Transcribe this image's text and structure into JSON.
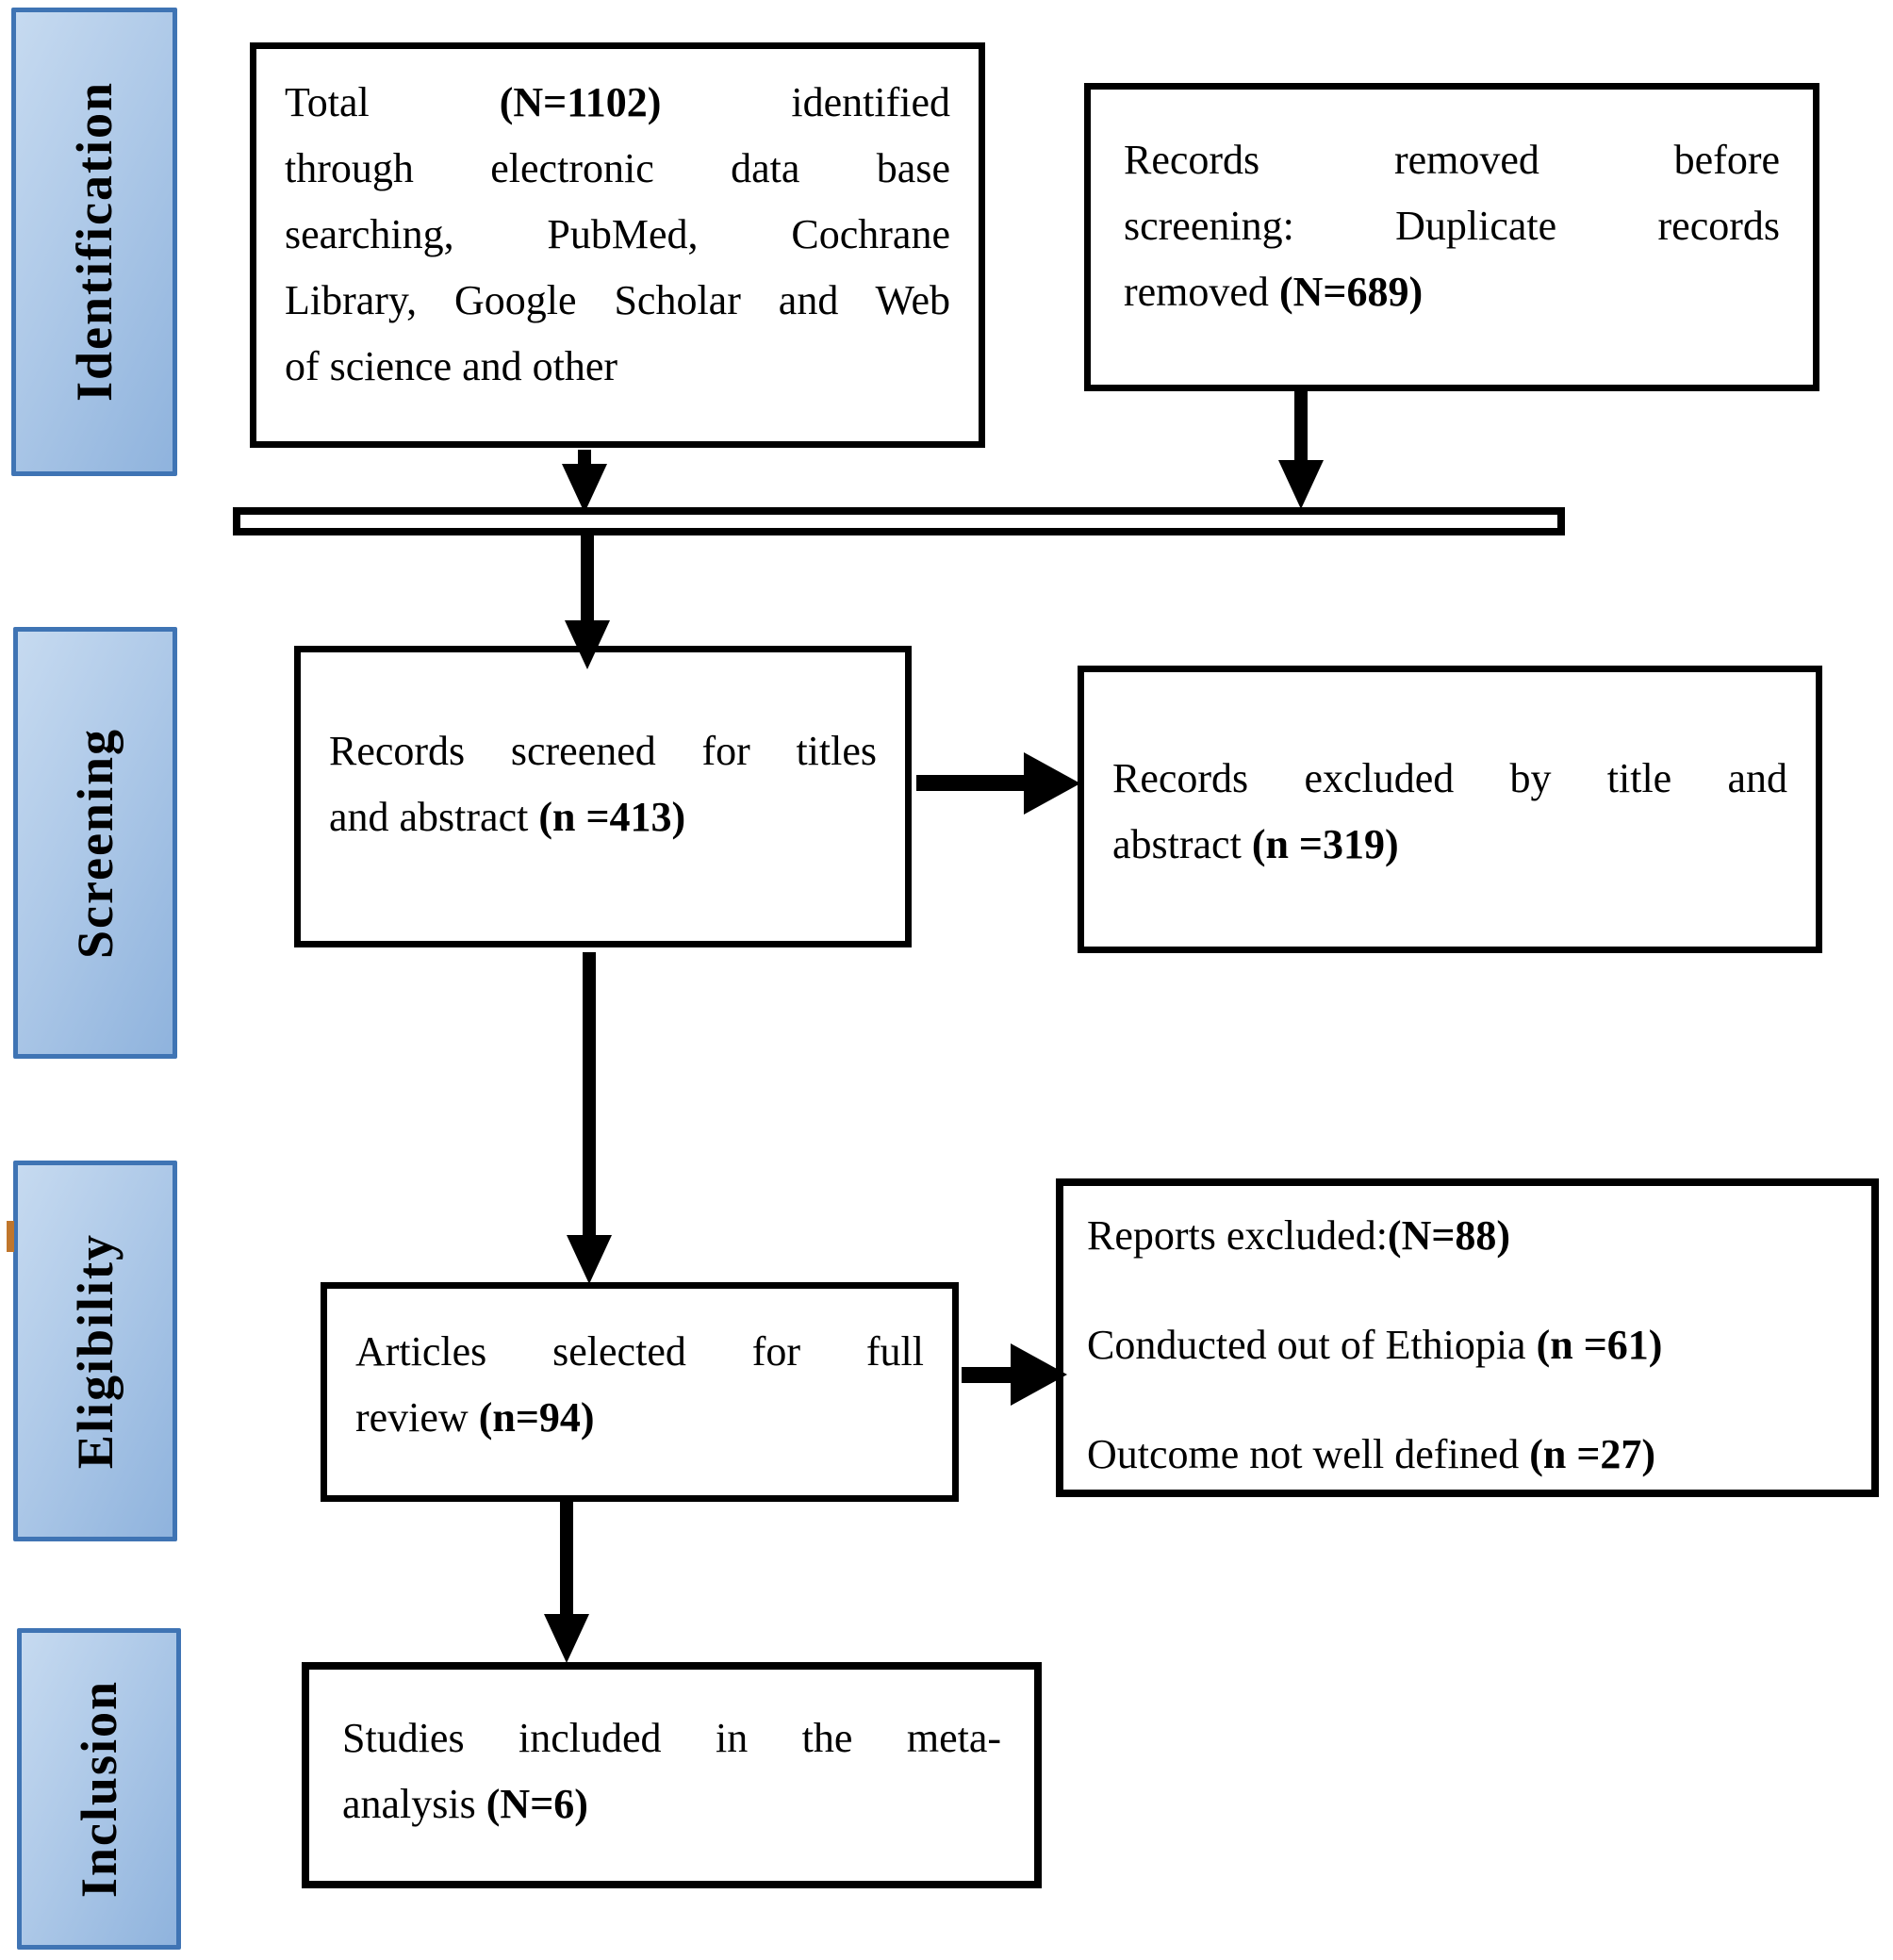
{
  "stages": [
    {
      "label": "Identification"
    },
    {
      "label": "Screening"
    },
    {
      "label": "Eligibility"
    },
    {
      "label": "Inclusion"
    }
  ],
  "boxes": {
    "identified": {
      "lines": [
        {
          "justify": true,
          "segments": [
            {
              "t": "Total ",
              "b": false
            },
            {
              "t": "(N=1102)",
              "b": true
            },
            {
              "t": " identified",
              "b": false
            }
          ]
        },
        {
          "justify": true,
          "segments": [
            {
              "t": "through electronic data base",
              "b": false
            }
          ]
        },
        {
          "justify": true,
          "segments": [
            {
              "t": "searching, PubMed, Cochrane",
              "b": false
            }
          ]
        },
        {
          "justify": true,
          "segments": [
            {
              "t": "Library, Google Scholar and Web",
              "b": false
            }
          ]
        },
        {
          "justify": false,
          "segments": [
            {
              "t": "of science and other",
              "b": false
            }
          ]
        }
      ]
    },
    "removed_before_screening": {
      "lines": [
        {
          "justify": true,
          "segments": [
            {
              "t": "Records removed before",
              "b": false
            }
          ]
        },
        {
          "justify": true,
          "segments": [
            {
              "t": "screening: Duplicate records",
              "b": false
            }
          ]
        },
        {
          "justify": false,
          "segments": [
            {
              "t": "removed ",
              "b": false
            },
            {
              "t": "(N=689)",
              "b": true
            }
          ]
        }
      ]
    },
    "screened": {
      "lines": [
        {
          "justify": true,
          "segments": [
            {
              "t": "Records screened for titles",
              "b": false
            }
          ]
        },
        {
          "justify": false,
          "segments": [
            {
              "t": "and abstract ",
              "b": false
            },
            {
              "t": "(n =413)",
              "b": true
            }
          ]
        }
      ]
    },
    "excluded_by_title_abstract": {
      "lines": [
        {
          "justify": true,
          "segments": [
            {
              "t": "Records excluded by title and",
              "b": false
            }
          ]
        },
        {
          "justify": false,
          "segments": [
            {
              "t": "abstract ",
              "b": false
            },
            {
              "t": "(n =319)",
              "b": true
            }
          ]
        }
      ]
    },
    "full_review": {
      "lines": [
        {
          "justify": true,
          "segments": [
            {
              "t": "Articles selected for full",
              "b": false
            }
          ]
        },
        {
          "justify": false,
          "segments": [
            {
              "t": "review ",
              "b": false
            },
            {
              "t": "(n=94)",
              "b": true
            }
          ]
        }
      ]
    },
    "reports_excluded": {
      "lines": [
        {
          "justify": false,
          "segments": [
            {
              "t": "Reports excluded:",
              "b": false
            },
            {
              "t": "(N=88)",
              "b": true
            }
          ]
        },
        {
          "justify": false,
          "segments": [
            {
              "t": "Conducted out of Ethiopia ",
              "b": false
            },
            {
              "t": "(n =61)",
              "b": true
            }
          ]
        },
        {
          "justify": false,
          "segments": [
            {
              "t": "Outcome not well defined ",
              "b": false
            },
            {
              "t": "(n =27)",
              "b": true
            }
          ]
        }
      ]
    },
    "included": {
      "lines": [
        {
          "justify": true,
          "segments": [
            {
              "t": "Studies included in the meta-",
              "b": false
            }
          ]
        },
        {
          "justify": false,
          "segments": [
            {
              "t": "analysis ",
              "b": false
            },
            {
              "t": "(N=6)",
              "b": true
            }
          ]
        }
      ]
    }
  },
  "counts": {
    "identified_total": 1102,
    "duplicates_removed": 689,
    "screened": 413,
    "excluded_by_title_abstract": 319,
    "full_review": 94,
    "reports_excluded_total": 88,
    "conducted_out_of_ethiopia": 61,
    "outcome_not_well_defined": 27,
    "included_in_meta_analysis": 6
  },
  "colors": {
    "background": "#ffffff",
    "box_border": "#000000",
    "arrow": "#000000",
    "stage_border": "#3f74b4",
    "stage_fill_light": "#c6daf0",
    "stage_fill_dark": "#8fb3dd",
    "marker_orange": "#c0762c"
  }
}
